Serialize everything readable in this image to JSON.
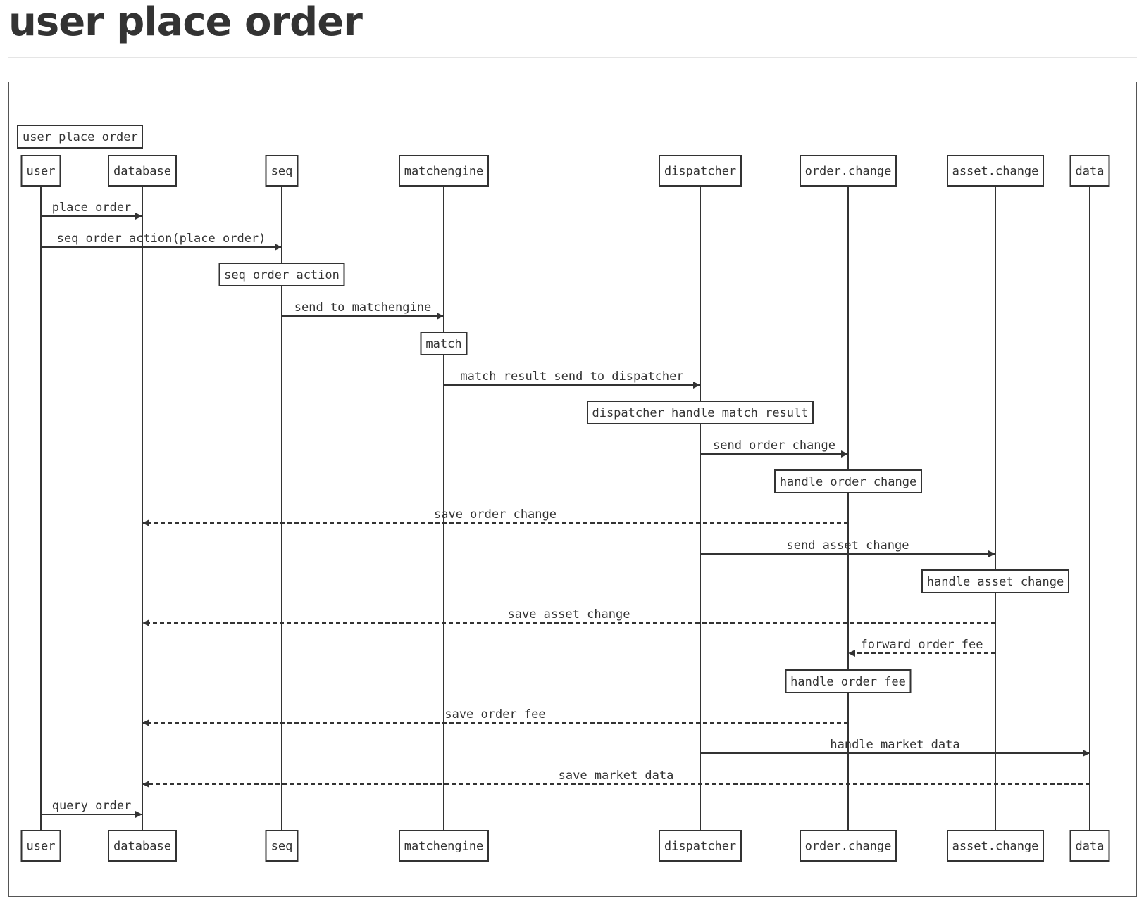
{
  "page": {
    "title": "user place order"
  },
  "diagram": {
    "title": "user place order",
    "participants": [
      {
        "id": "user",
        "label": "user"
      },
      {
        "id": "database",
        "label": "database"
      },
      {
        "id": "seq",
        "label": "seq"
      },
      {
        "id": "matchengine",
        "label": "matchengine"
      },
      {
        "id": "dispatcher",
        "label": "dispatcher"
      },
      {
        "id": "order_change",
        "label": "order.change"
      },
      {
        "id": "asset_change",
        "label": "asset.change"
      },
      {
        "id": "data",
        "label": "data"
      }
    ],
    "steps": [
      {
        "type": "message",
        "from": "user",
        "to": "database",
        "label": "place order",
        "style": "solid"
      },
      {
        "type": "message",
        "from": "user",
        "to": "seq",
        "label": "seq order action(place order)",
        "style": "solid"
      },
      {
        "type": "note",
        "over": "seq",
        "label": "seq order action"
      },
      {
        "type": "message",
        "from": "seq",
        "to": "matchengine",
        "label": "send to matchengine",
        "style": "solid"
      },
      {
        "type": "note",
        "over": "matchengine",
        "label": "match"
      },
      {
        "type": "message",
        "from": "matchengine",
        "to": "dispatcher",
        "label": "match result send to dispatcher",
        "style": "solid"
      },
      {
        "type": "note",
        "over": "dispatcher",
        "label": "dispatcher handle match result"
      },
      {
        "type": "message",
        "from": "dispatcher",
        "to": "order_change",
        "label": "send order change",
        "style": "solid"
      },
      {
        "type": "note",
        "over": "order_change",
        "label": "handle order change"
      },
      {
        "type": "message",
        "from": "order_change",
        "to": "database",
        "label": "save order change",
        "style": "dashed"
      },
      {
        "type": "message",
        "from": "dispatcher",
        "to": "asset_change",
        "label": "send asset change",
        "style": "solid"
      },
      {
        "type": "note",
        "over": "asset_change",
        "label": "handle asset change"
      },
      {
        "type": "message",
        "from": "asset_change",
        "to": "database",
        "label": "save asset change",
        "style": "dashed"
      },
      {
        "type": "message",
        "from": "asset_change",
        "to": "order_change",
        "label": "forward order fee",
        "style": "dashed"
      },
      {
        "type": "note",
        "over": "order_change",
        "label": "handle order fee"
      },
      {
        "type": "message",
        "from": "order_change",
        "to": "database",
        "label": "save order fee",
        "style": "dashed"
      },
      {
        "type": "message",
        "from": "dispatcher",
        "to": "data",
        "label": "handle market data",
        "style": "solid"
      },
      {
        "type": "message",
        "from": "data",
        "to": "database",
        "label": "save market data",
        "style": "dashed"
      },
      {
        "type": "message",
        "from": "user",
        "to": "database",
        "label": "query order",
        "style": "solid"
      }
    ],
    "colors": {
      "stroke": "#333333",
      "frame": "#555555",
      "background": "#ffffff"
    }
  }
}
